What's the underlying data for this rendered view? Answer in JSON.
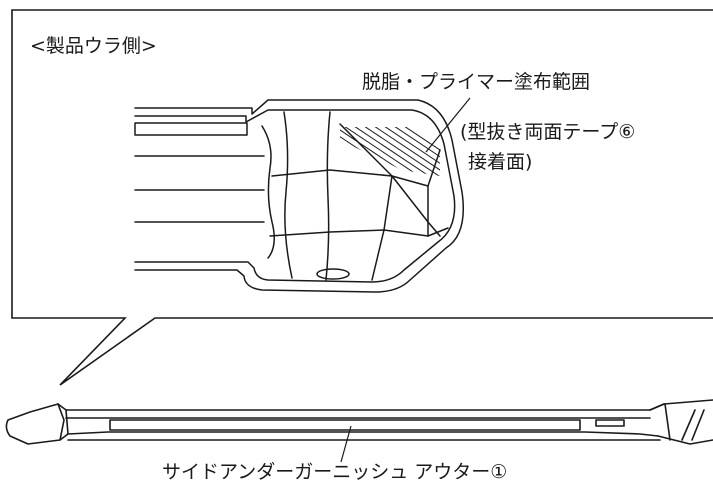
{
  "labels": {
    "view": "<製品ウラ側>",
    "area": "脱脂・プライマー塗布範囲",
    "tape_line1": "(型抜き両面テープ⑥",
    "tape_line2": "接着面)",
    "part": "サイドアンダーガーニッシュ アウター①"
  },
  "colors": {
    "line": "#1a1a1a",
    "background": "#ffffff"
  }
}
